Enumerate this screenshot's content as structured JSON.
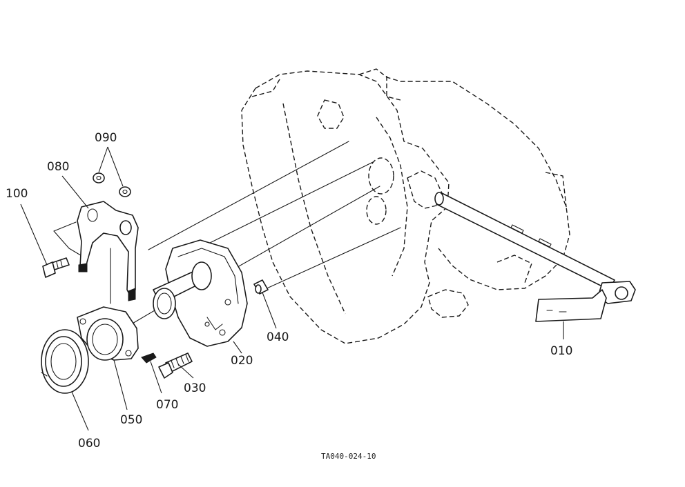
{
  "callouts": [
    {
      "id": "010",
      "label": "010"
    },
    {
      "id": "020",
      "label": "020"
    },
    {
      "id": "030",
      "label": "030"
    },
    {
      "id": "040",
      "label": "040"
    },
    {
      "id": "050",
      "label": "050"
    },
    {
      "id": "060",
      "label": "060"
    },
    {
      "id": "070",
      "label": "070"
    },
    {
      "id": "080",
      "label": "080"
    },
    {
      "id": "090",
      "label": "090"
    },
    {
      "id": "100",
      "label": "100"
    }
  ],
  "reference_code": "TA040-024-10",
  "colors": {
    "ink": "#1a1a1a",
    "paper": "#ffffff"
  }
}
